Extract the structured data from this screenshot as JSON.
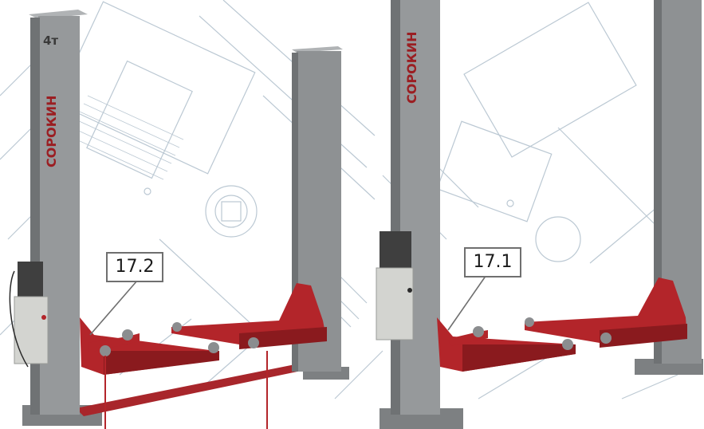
{
  "scene": {
    "description_labels": {
      "left_lift_capacity": "4т",
      "left_column_brand": "СОРОКИН",
      "right_column_brand": "СОРОКИН"
    },
    "callouts": [
      {
        "label": "17.2"
      },
      {
        "label": "17.1"
      }
    ],
    "colors": {
      "column": "#8f9294",
      "column_dark": "#6c6f71",
      "arm_red": "#b3252a",
      "arm_red_dark": "#7d1519",
      "blueprint_line": "#8ea3b3",
      "motor_box": "#d8d9d6",
      "brand_text": "#9b1e22"
    }
  }
}
